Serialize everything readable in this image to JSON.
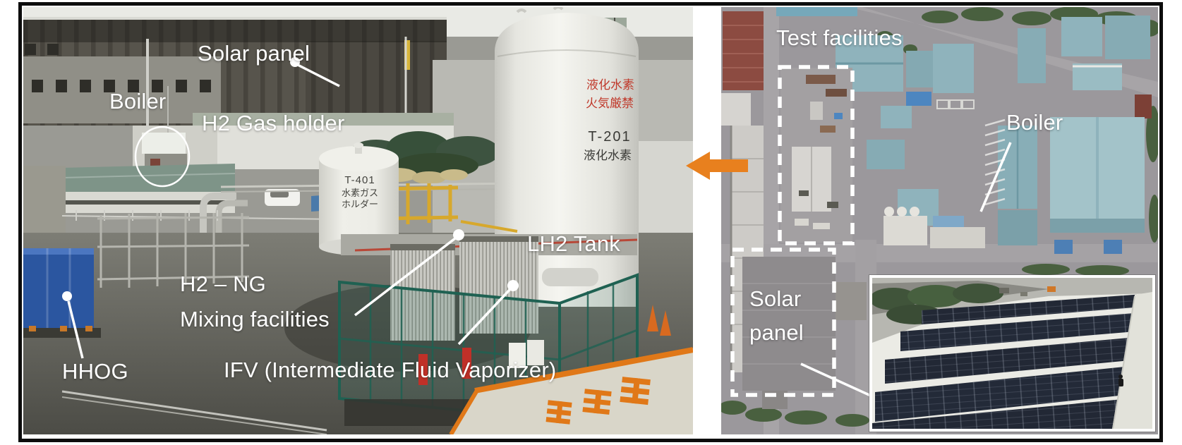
{
  "figure": {
    "left_photo": {
      "labels": {
        "solar_panel": "Solar panel",
        "boiler": "Boiler",
        "h2_gas_holder": "H2 Gas holder",
        "lh2_tank": "LH2 Tank",
        "h2_ng": "H2 – NG",
        "mixing_facilities": "Mixing facilities",
        "hhog": "HHOG",
        "ifv": "IFV (Intermediate Fluid Vaporizer)"
      },
      "t401_tank_text": {
        "line1": "T-401",
        "line2": "水素ガス",
        "line3": "ホルダー"
      },
      "lh2_tank_text": {
        "red1": "液化水素",
        "red2": "火気厳禁",
        "black1": "T-201",
        "black2": "液化水素"
      }
    },
    "right_photo": {
      "labels": {
        "test_facilities": "Test facilities",
        "boiler": "Boiler",
        "solar_line1": "Solar",
        "solar_line2": "panel"
      }
    },
    "colors": {
      "arrow_orange": "#E8801E",
      "annotation_white": "#FFFFFF",
      "frame_black": "#0D0D0D"
    }
  }
}
